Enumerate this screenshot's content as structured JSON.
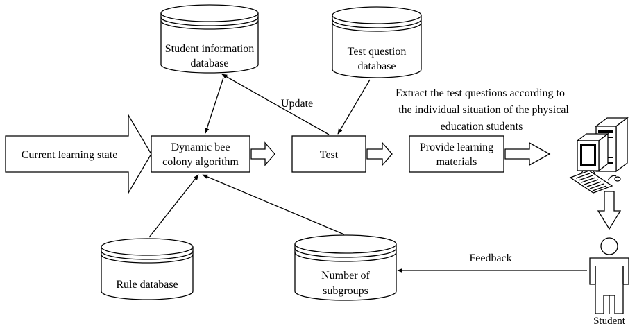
{
  "nodes": {
    "student_info_db": [
      "Student information",
      "database"
    ],
    "test_question_db": [
      "Test question",
      "database"
    ],
    "current_state": "Current learning state",
    "algorithm": [
      "Dynamic bee",
      "colony algorithm"
    ],
    "test": "Test",
    "materials": [
      "Provide learning",
      "materials"
    ],
    "rule_db": "Rule database",
    "subgroups_db": [
      "Number of",
      "subgroups"
    ],
    "student": "Student"
  },
  "edges": {
    "update": "Update",
    "extract": [
      "Extract the test questions according to",
      "the individual situation of the physical",
      "education students"
    ],
    "feedback": "Feedback"
  },
  "icons": {
    "computer": "computer-icon",
    "person": "person-icon"
  }
}
